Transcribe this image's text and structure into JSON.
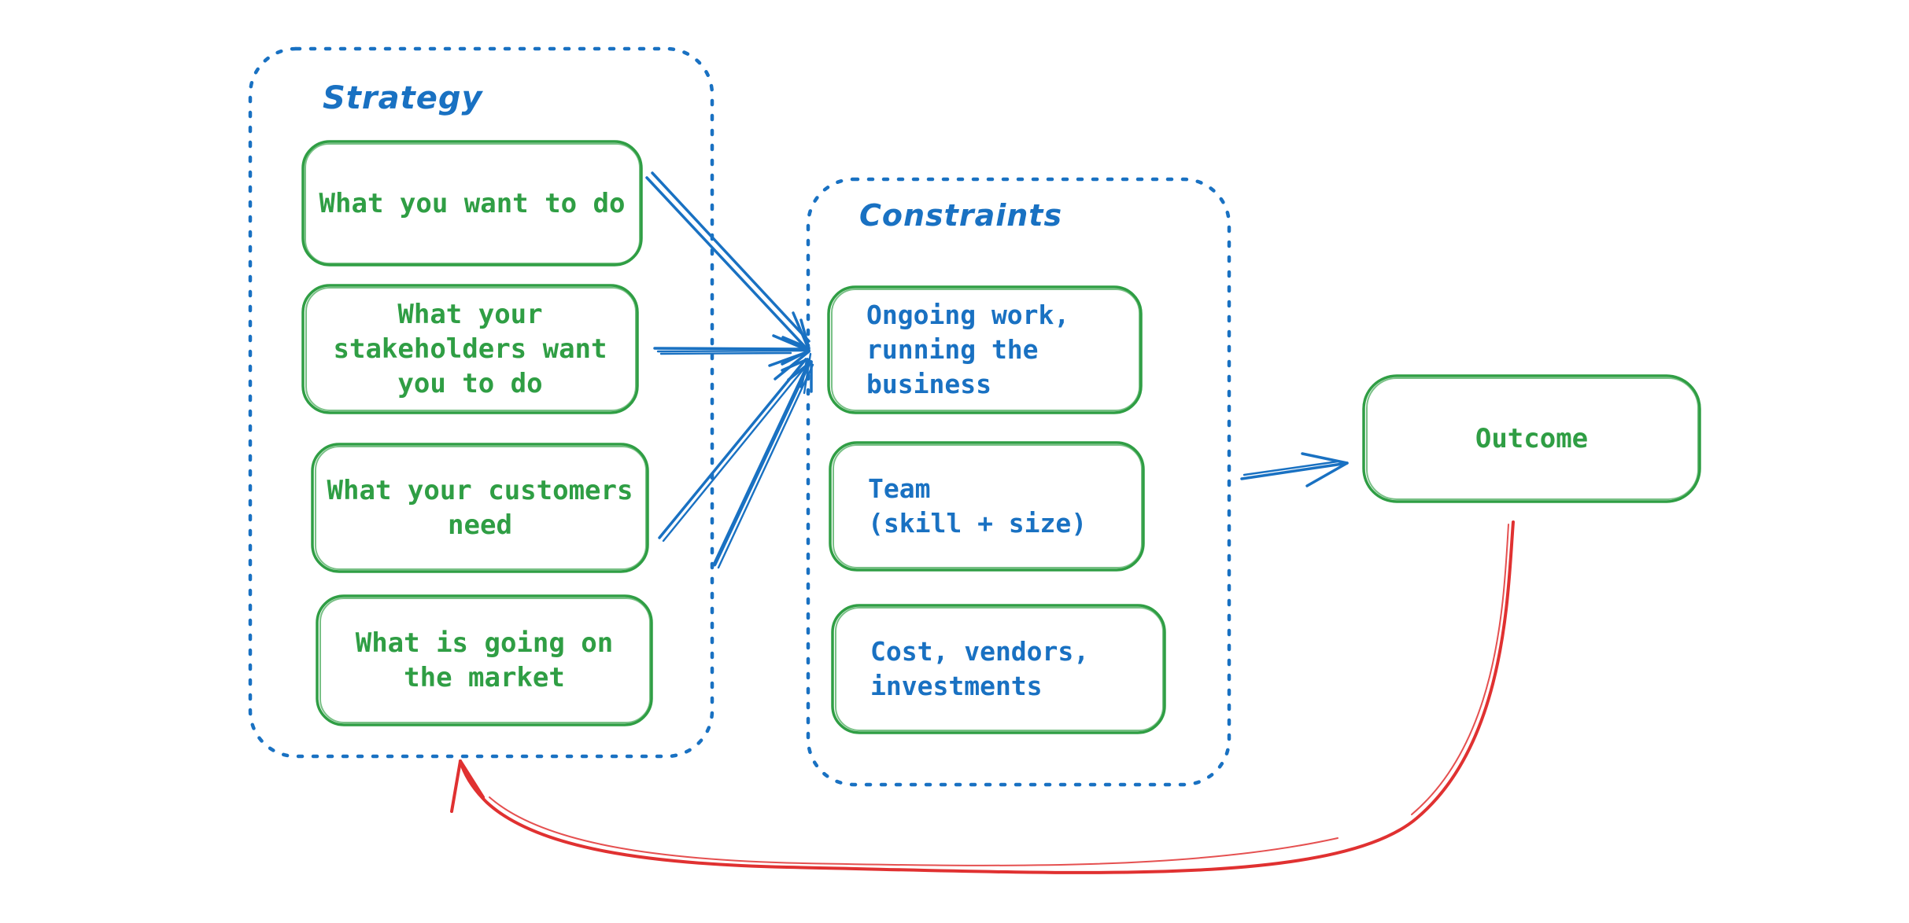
{
  "canvas": {
    "background": "#ffffff"
  },
  "colors": {
    "blue": "#1971c2",
    "green": "#2f9e44",
    "red": "#e03131"
  },
  "strategy": {
    "label": "Strategy",
    "items": [
      {
        "text": "What you want to do"
      },
      {
        "text": "What your\nstakeholders want\nyou to do"
      },
      {
        "text": "What your customers\nneed"
      },
      {
        "text": "What is going on\nthe market"
      }
    ]
  },
  "constraints": {
    "label": "Constraints",
    "items": [
      {
        "text": "Ongoing work,\nrunning the\nbusiness"
      },
      {
        "text": "Team\n(skill + size)"
      },
      {
        "text": "Cost, vendors,\ninvestments"
      }
    ]
  },
  "outcome": {
    "label": "Outcome"
  }
}
